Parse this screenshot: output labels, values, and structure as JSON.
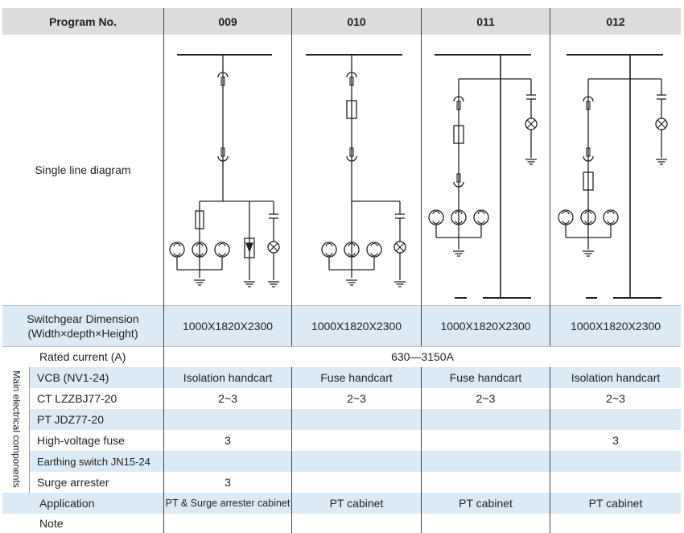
{
  "header": {
    "program_label": "Program No.",
    "programs": [
      "009",
      "010",
      "011",
      "012"
    ]
  },
  "diagram_row": {
    "label": "Single line diagram"
  },
  "dimension_row": {
    "label_line1": "Switchgear Dimension",
    "label_line2": "(Width×depth×Height)",
    "values": [
      "1000X1820X2300",
      "1000X1820X2300",
      "1000X1820X2300",
      "1000X1820X2300"
    ]
  },
  "rated_current": {
    "label": "Rated current (A)",
    "value": "630—3150A"
  },
  "main_components": {
    "group_label": "Main electrical components",
    "rows": [
      {
        "label": "VCB (NV1-24)",
        "values": [
          "Isolation handcart",
          "Fuse handcart",
          "Fuse handcart",
          "Isolation handcart"
        ]
      },
      {
        "label": "CT LZZBJ77-20",
        "values": [
          "2~3",
          "2~3",
          "2~3",
          "2~3"
        ]
      },
      {
        "label": "PT JDZ77-20",
        "values": [
          "",
          "",
          "",
          ""
        ]
      },
      {
        "label": "High-voltage fuse",
        "values": [
          "3",
          "",
          "",
          "3"
        ]
      },
      {
        "label": "Earthing switch JN15-24",
        "values": [
          "",
          "",
          "",
          ""
        ]
      },
      {
        "label": "Surge arrester",
        "values": [
          "3",
          "",
          "",
          ""
        ]
      }
    ]
  },
  "application": {
    "label": "Application",
    "values": [
      "PT & Surge arrester cabinet",
      "PT cabinet",
      "PT cabinet",
      "PT cabinet"
    ]
  },
  "note": {
    "label": "Note"
  }
}
